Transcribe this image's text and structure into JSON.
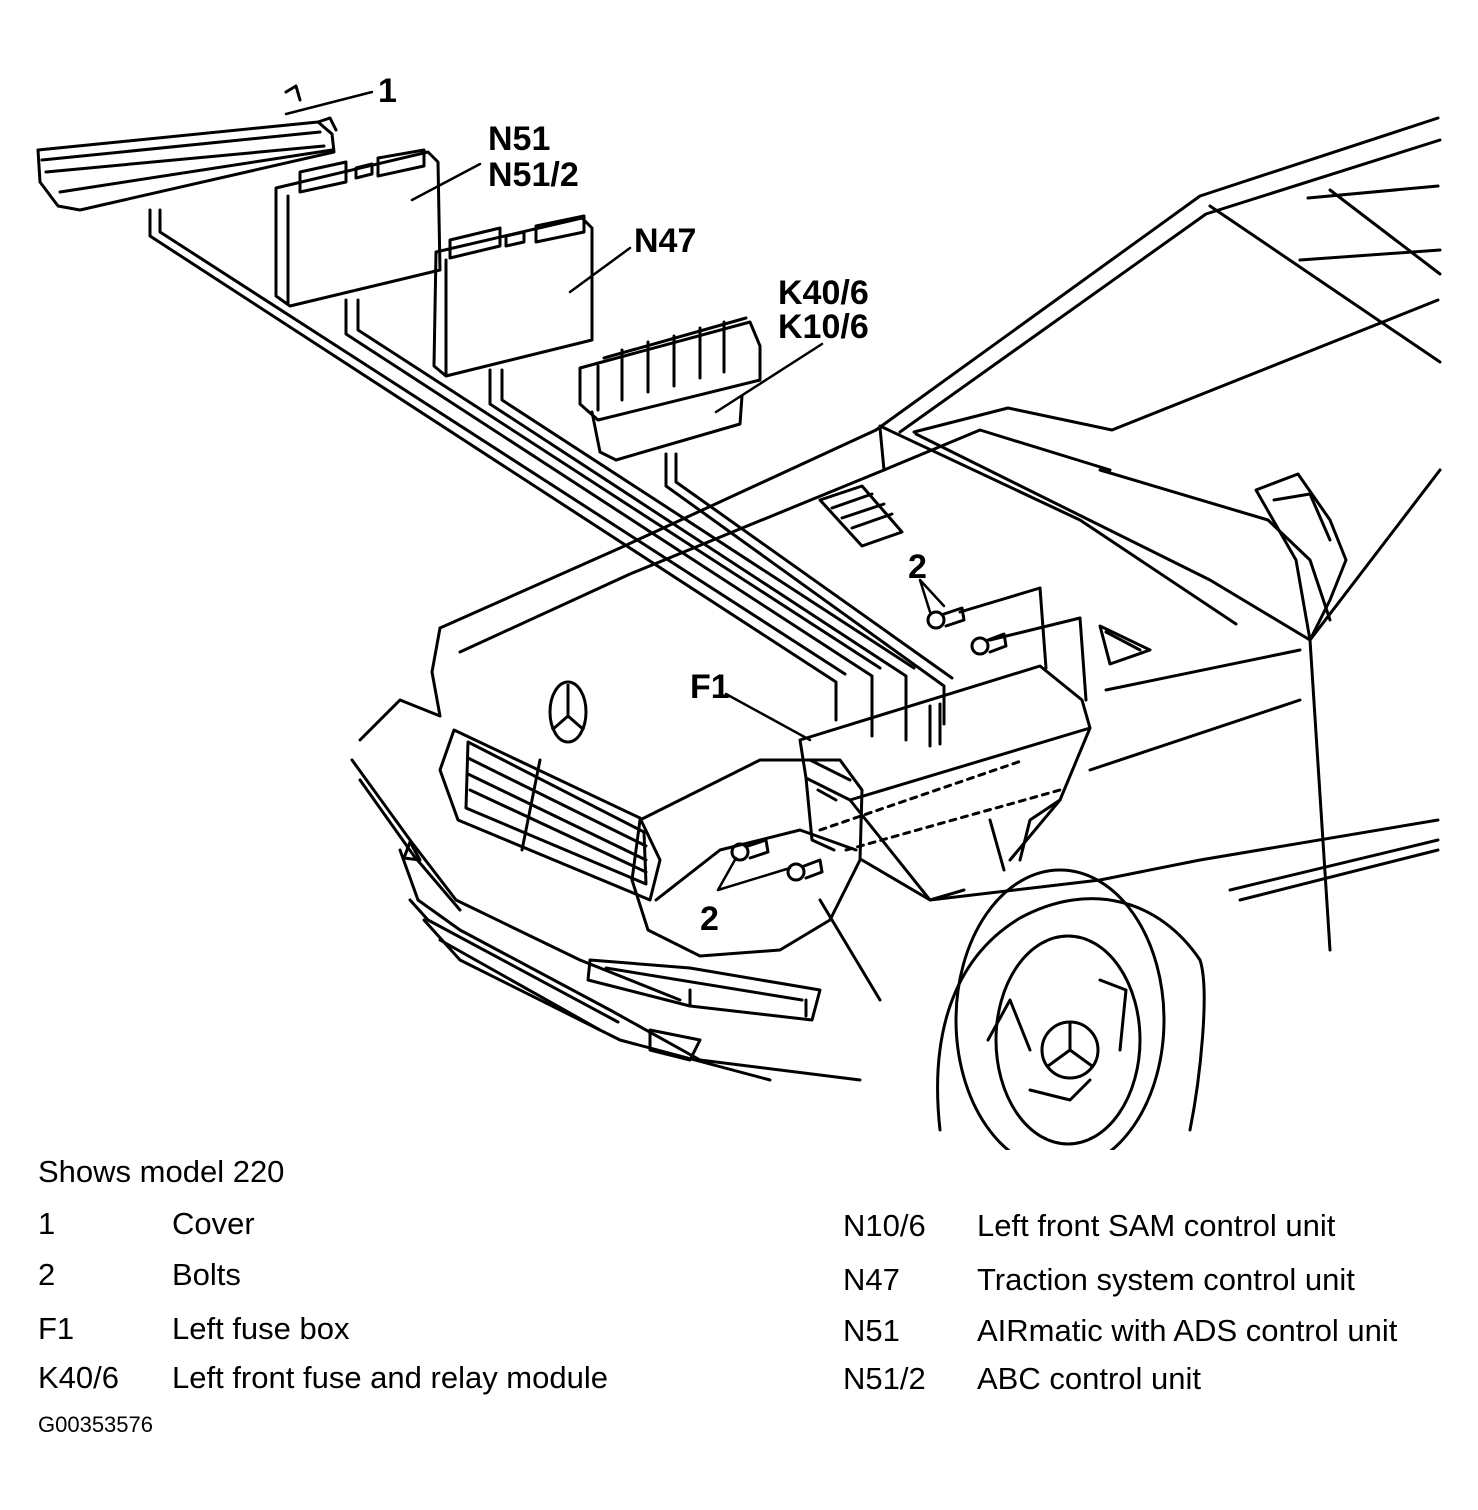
{
  "diagram": {
    "callouts": {
      "cover": "1",
      "n51": "N51",
      "n51_2": "N51/2",
      "n47": "N47",
      "k40_6": "K40/6",
      "k10_6": "K10/6",
      "f1": "F1",
      "bolts_top": "2",
      "bolts_bottom": "2"
    }
  },
  "legend": {
    "caption": "Shows model 220",
    "left": [
      {
        "code": "1",
        "desc": "Cover"
      },
      {
        "code": "2",
        "desc": "Bolts"
      },
      {
        "code": "F1",
        "desc": "Left fuse box"
      },
      {
        "code": "K40/6",
        "desc": "Left front fuse and relay module"
      }
    ],
    "right": [
      {
        "code": "N10/6",
        "desc": "Left front SAM control unit"
      },
      {
        "code": "N47",
        "desc": "Traction system control unit"
      },
      {
        "code": "N51",
        "desc": "AIRmatic with ADS control unit"
      },
      {
        "code": "N51/2",
        "desc": "ABC control unit"
      }
    ]
  },
  "figure_id": "G00353576"
}
